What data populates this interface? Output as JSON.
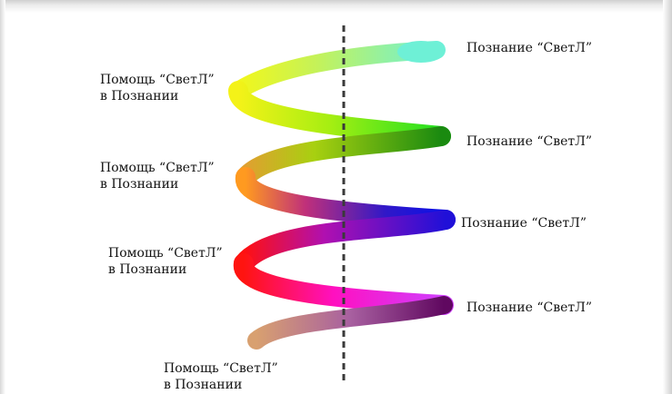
{
  "labels": {
    "right": [
      "Познание “СветЛ”",
      "Познание “СветЛ”",
      "Познание “СветЛ”",
      "Познание “СветЛ”"
    ],
    "left": [
      {
        "line1": "Помощь “СветЛ”",
        "line2": "в Познании"
      },
      {
        "line1": "Помощь “СветЛ”",
        "line2": "в Познании"
      },
      {
        "line1": "Помощь “СветЛ”",
        "line2": "в Познании"
      },
      {
        "line1": "Помощь “СветЛ”",
        "line2": "в Познании"
      }
    ]
  },
  "colors": {
    "axis": "#3a3a3a",
    "segments": [
      "#72f0d6",
      "#b6f060",
      "#f4f21a",
      "#2ee01c",
      "#7ac80a",
      "#ffa020",
      "#1420e0",
      "#6a10c8",
      "#ff0c0c",
      "#ff10c8",
      "#c840ff",
      "#d8a070"
    ]
  }
}
